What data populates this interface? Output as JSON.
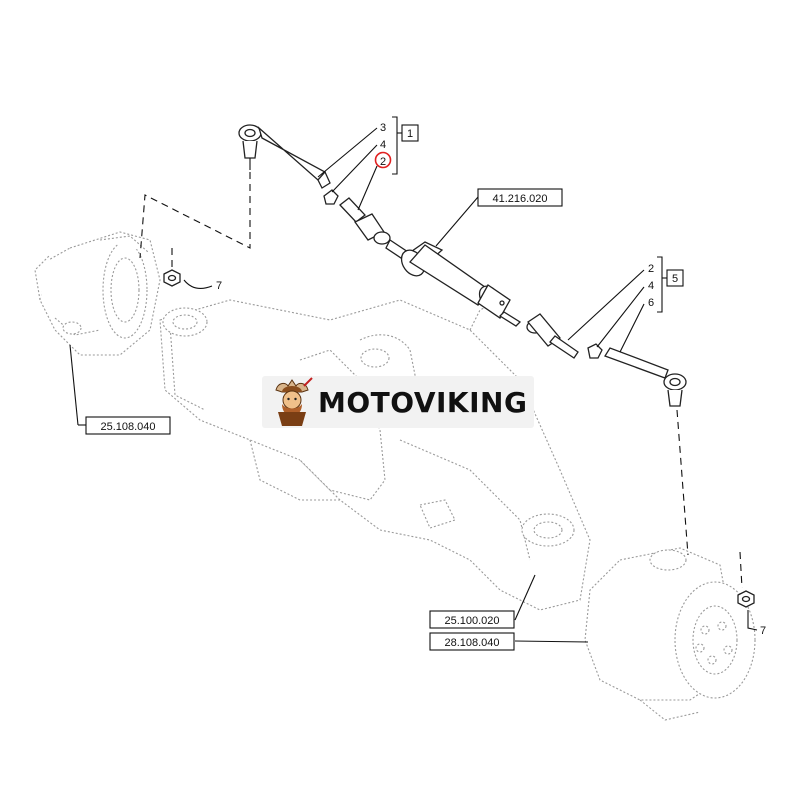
{
  "diagram": {
    "callouts": {
      "top_group": [
        "3",
        "4",
        "2"
      ],
      "top_group_box": "1",
      "right_group": [
        "2",
        "4",
        "6"
      ],
      "right_group_box": "5",
      "nut_left": "7",
      "nut_right": "7"
    },
    "highlighted_callout": "2",
    "references": {
      "cylinder": "41.216.020",
      "left_hub": "25.108.040",
      "axle_housing": "25.100.020",
      "right_hub": "28.108.040"
    },
    "highlight_color": "#e02020"
  },
  "watermark": {
    "brand": "MOTOVIKING"
  }
}
